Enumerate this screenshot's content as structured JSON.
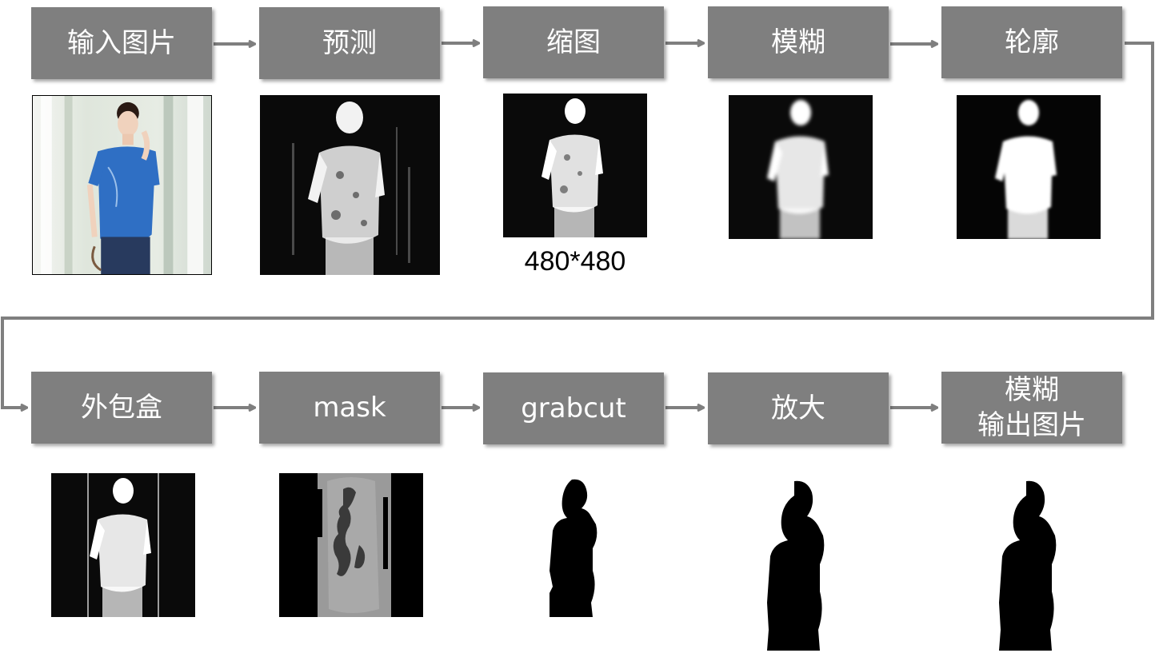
{
  "colors": {
    "box_fill": "#7f7f7f",
    "box_text": "#ffffff",
    "connector": "#7f7f7f",
    "photo_shirt": "#2f6fc4",
    "mask_background": "#000000",
    "mask_foreground": "#ffffff"
  },
  "steps": [
    {
      "label": "输入图片",
      "thumb": "input-photo"
    },
    {
      "label": "预测",
      "thumb": "prediction-map"
    },
    {
      "label": "缩图",
      "thumb": "resized-map",
      "caption": "480*480"
    },
    {
      "label": "模糊",
      "thumb": "blurred-map"
    },
    {
      "label": "轮廓",
      "thumb": "contour-map"
    },
    {
      "label": "外包盒",
      "thumb": "bounding-box-map"
    },
    {
      "label": "mask",
      "thumb": "grabcut-mask"
    },
    {
      "label": "grabcut",
      "thumb": "grabcut-silhouette"
    },
    {
      "label": "放大",
      "thumb": "enlarged-silhouette"
    },
    {
      "label_lines": [
        "模糊",
        "输出图片"
      ],
      "thumb": "output-silhouette"
    }
  ]
}
